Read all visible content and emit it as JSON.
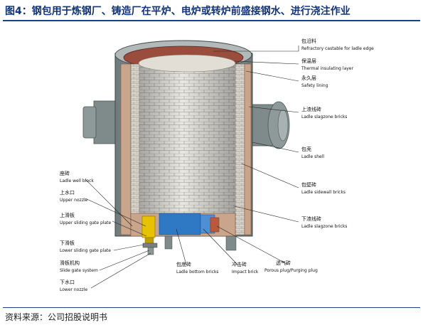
{
  "title": "图4：钢包用于炼钢厂、铸造厂在平炉、电炉或转炉前盛接钢水、进行浇注作业",
  "source": "资料来源：公司招股说明书",
  "colors": {
    "title_text": "#12357a",
    "rule": "#1c3f8c",
    "shell": "#8a9494",
    "brick_face": "#e9e7e2",
    "brick_line": "#9b9890",
    "liner_brown": "#b07a5a",
    "nozzle_yellow": "#e6c200",
    "bottom_blue": "#2f78c4"
  },
  "labels": [
    {
      "id": "refractory-castable",
      "zh": "包沿料",
      "en": "Refractory castable for ladle edge"
    },
    {
      "id": "thermal-insulating",
      "zh": "保温层",
      "en": "Thermal insulating layer"
    },
    {
      "id": "safety-lining",
      "zh": "永久层",
      "en": "Safety lining"
    },
    {
      "id": "upper-slagzone",
      "zh": "上渣线砖",
      "en": "Ladle slagzone bricks"
    },
    {
      "id": "ladle-shell",
      "zh": "包壳",
      "en": "Ladle shell"
    },
    {
      "id": "sidewall-bricks",
      "zh": "包壁砖",
      "en": "Ladle sidewall bricks"
    },
    {
      "id": "lower-slagzone",
      "zh": "下渣线砖",
      "en": "Ladle slagzone bricks"
    },
    {
      "id": "well-block",
      "zh": "座砖",
      "en": "Ladle well block"
    },
    {
      "id": "upper-nozzle",
      "zh": "上水口",
      "en": "Upper nozzle"
    },
    {
      "id": "upper-gate-plate",
      "zh": "上滑板",
      "en": "Upper sliding gate plate"
    },
    {
      "id": "lower-gate-plate",
      "zh": "下滑板",
      "en": "Lower sliding gate plate"
    },
    {
      "id": "gate-system",
      "zh": "滑板机构",
      "en": "Slide gate system"
    },
    {
      "id": "lower-nozzle",
      "zh": "下水口",
      "en": "Lower nozzle"
    },
    {
      "id": "bottom-bricks",
      "zh": "包底砖",
      "en": "Ladle bottom bricks"
    },
    {
      "id": "impact-brick",
      "zh": "冲击砖",
      "en": "Impact brick"
    },
    {
      "id": "purging-plug",
      "zh": "透气砖",
      "en": "Porous plug/Purging plug"
    }
  ]
}
